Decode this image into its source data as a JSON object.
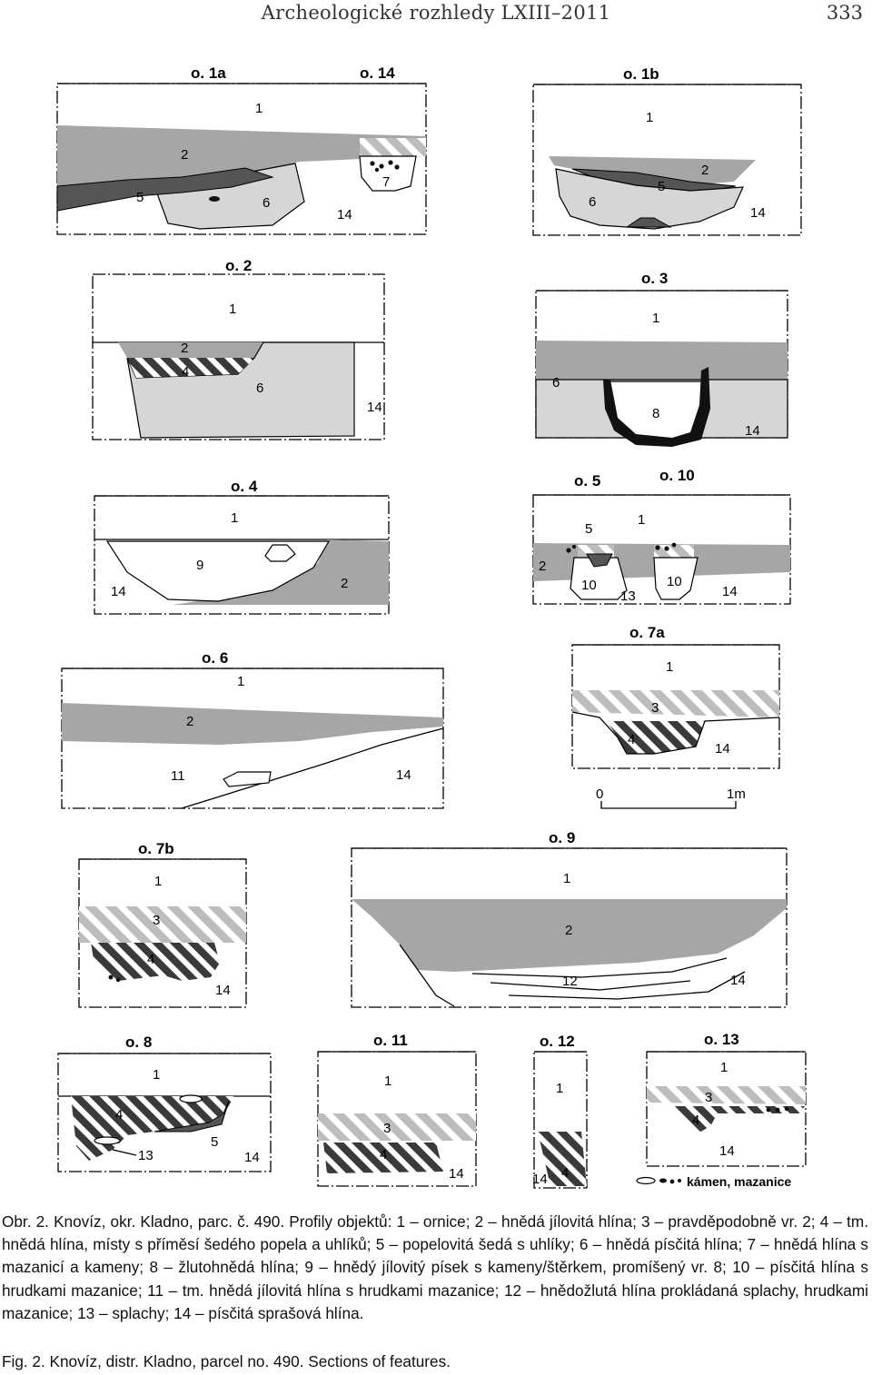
{
  "header": {
    "journal": "Archeologické rozhledy LXIII–2011",
    "page_number": "333"
  },
  "figure": {
    "panels": {
      "o1a": {
        "title": "o. 1a",
        "labels": [
          "1",
          "2",
          "5",
          "6",
          "14"
        ]
      },
      "o14": {
        "title": "o. 14",
        "labels": [
          "7"
        ]
      },
      "o1b": {
        "title": "o. 1b",
        "labels": [
          "1",
          "2",
          "5",
          "6",
          "14"
        ]
      },
      "o2": {
        "title": "o. 2",
        "labels": [
          "1",
          "2",
          "4",
          "6",
          "14"
        ]
      },
      "o3": {
        "title": "o. 3",
        "labels": [
          "1",
          "6",
          "8",
          "14"
        ]
      },
      "o4": {
        "title": "o. 4",
        "labels": [
          "1",
          "9",
          "2",
          "14"
        ]
      },
      "o5": {
        "title": "o. 5",
        "labels": [
          "5",
          "10",
          "13"
        ]
      },
      "o10": {
        "title": "o. 10",
        "labels": [
          "1",
          "2",
          "10",
          "14"
        ]
      },
      "o6": {
        "title": "o. 6",
        "labels": [
          "1",
          "2",
          "11",
          "14"
        ]
      },
      "o7a": {
        "title": "o. 7a",
        "labels": [
          "1",
          "3",
          "4",
          "14"
        ]
      },
      "o7b": {
        "title": "o. 7b",
        "labels": [
          "1",
          "3",
          "4",
          "14"
        ]
      },
      "o9": {
        "title": "o. 9",
        "labels": [
          "1",
          "2",
          "12",
          "14"
        ]
      },
      "o8": {
        "title": "o. 8",
        "labels": [
          "1",
          "4",
          "5",
          "13",
          "14"
        ]
      },
      "o11": {
        "title": "o. 11",
        "labels": [
          "1",
          "3",
          "4",
          "14"
        ]
      },
      "o12": {
        "title": "o. 12",
        "labels": [
          "1",
          "4",
          "14"
        ]
      },
      "o13": {
        "title": "o. 13",
        "labels": [
          "1",
          "3",
          "4",
          "14"
        ]
      }
    },
    "scale_bar": {
      "start": "0",
      "end": "1m"
    },
    "legend_stones": "kámen, mazanice"
  },
  "caption_cz": "Obr. 2. Knovíz, okr. Kladno, parc. č. 490. Profily objektů: 1 – ornice; 2 – hnědá jílovitá hlína; 3 – pravděpodobně vr. 2; 4 – tm. hnědá hlína, místy s příměsí šedého popela a uhlíků; 5 – popelovitá šedá s uhlíky; 6 – hnědá písčitá hlína; 7 – hnědá hlína s mazanicí a kameny; 8 – žlutohnědá hlína; 9 – hnědý jílovitý písek s kameny/štěrkem, promíšený vr. 8; 10 – písčitá hlína s hrudkami mazanice; 11 – tm. hnědá jílovitá hlína s hrudkami mazanice; 12 – hnědožlutá hlína prokládaná splachy, hrudkami mazanice; 13 – splachy; 14 – písčitá sprašová hlína.",
  "caption_en": "Fig. 2. Knovíz, distr. Kladno, parcel no. 490. Sections of features."
}
